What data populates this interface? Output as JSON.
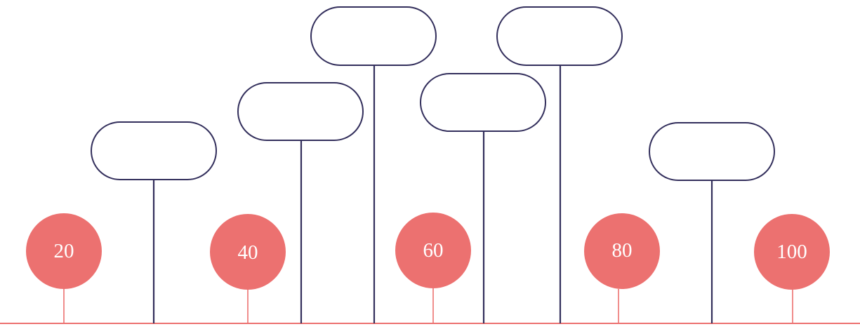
{
  "colors": {
    "accent": "#ec7170",
    "ink": "#332f5c",
    "background": "#ffffff"
  },
  "markers": [
    {
      "label": "20"
    },
    {
      "label": "40"
    },
    {
      "label": "60"
    },
    {
      "label": "80"
    },
    {
      "label": "100"
    }
  ],
  "callouts": [
    {
      "text": ""
    },
    {
      "text": ""
    },
    {
      "text": ""
    },
    {
      "text": ""
    },
    {
      "text": ""
    },
    {
      "text": ""
    }
  ]
}
